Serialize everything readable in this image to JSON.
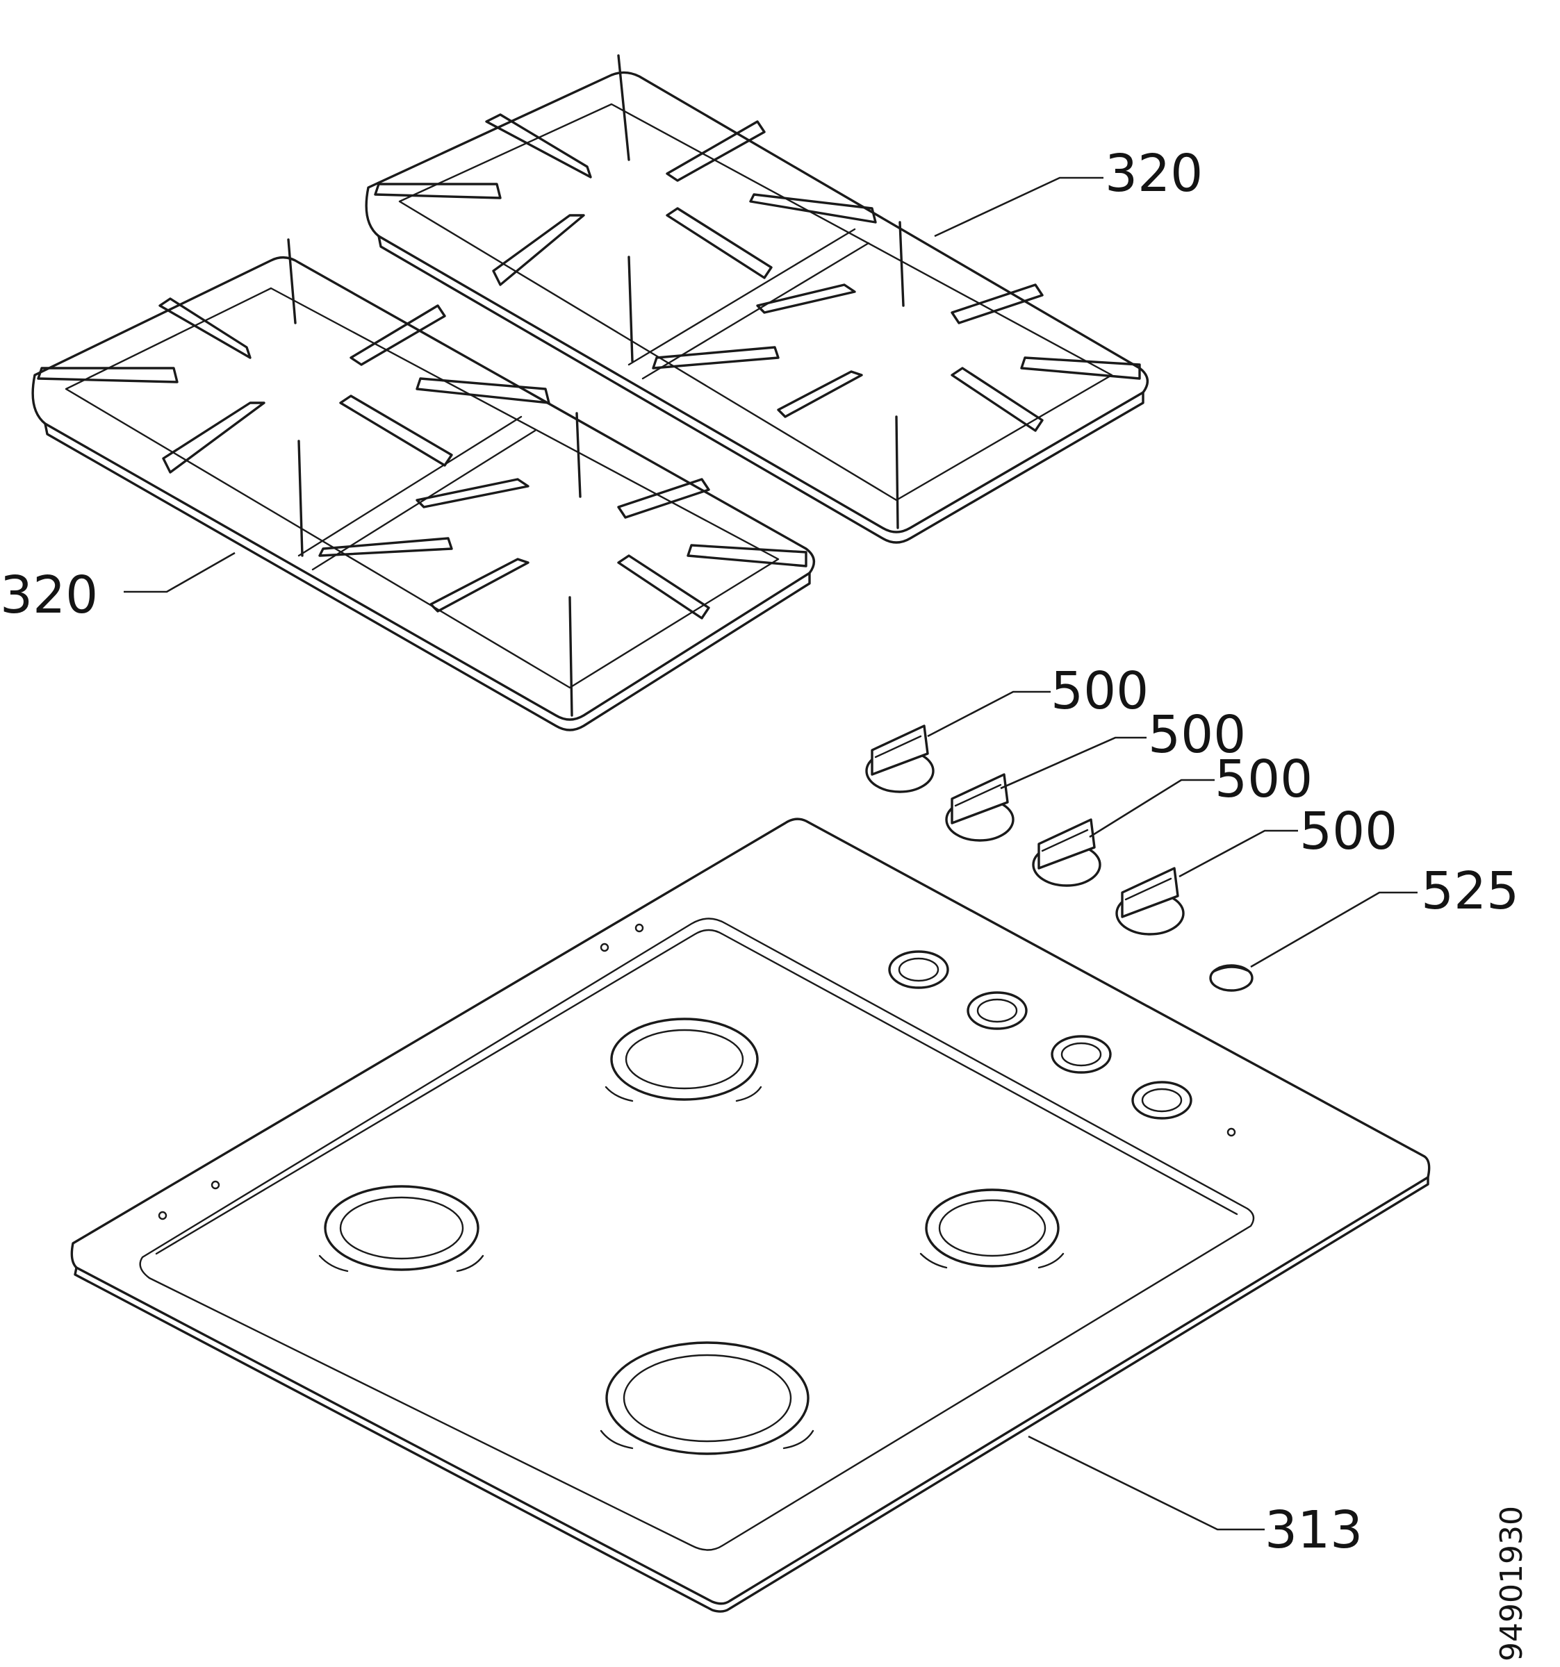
{
  "drawing": {
    "code": "94901930",
    "callouts": {
      "grate_right": "320",
      "grate_left": "320",
      "knob_1": "500",
      "knob_2": "500",
      "knob_3": "500",
      "knob_4": "500",
      "button": "525",
      "hob_top": "313"
    }
  }
}
